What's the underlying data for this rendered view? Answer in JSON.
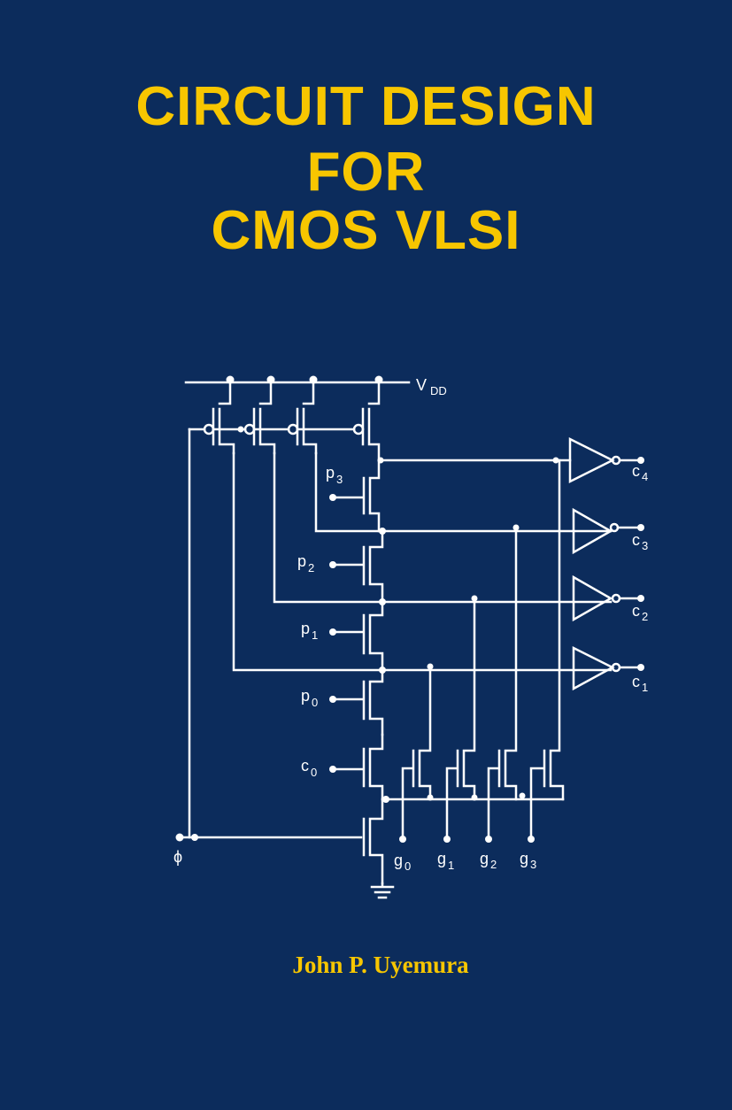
{
  "cover": {
    "title_lines": [
      "CIRCUIT DESIGN",
      "FOR",
      "CMOS VLSI"
    ],
    "author": "John P. Uyemura",
    "colors": {
      "background": "#0c2c5c",
      "title": "#f7c600",
      "schematic": "#ffffff"
    }
  },
  "schematic": {
    "supply": {
      "base": "V",
      "sub": "DD"
    },
    "clock": "ϕ",
    "propagate_inputs": [
      {
        "base": "p",
        "sub": "3"
      },
      {
        "base": "p",
        "sub": "2"
      },
      {
        "base": "p",
        "sub": "1"
      },
      {
        "base": "p",
        "sub": "0"
      }
    ],
    "carry_in": {
      "base": "c",
      "sub": "0"
    },
    "generate_inputs": [
      {
        "base": "g",
        "sub": "0"
      },
      {
        "base": "g",
        "sub": "1"
      },
      {
        "base": "g",
        "sub": "2"
      },
      {
        "base": "g",
        "sub": "3"
      }
    ],
    "carry_outputs": [
      {
        "base": "c",
        "sub": "4"
      },
      {
        "base": "c",
        "sub": "3"
      },
      {
        "base": "c",
        "sub": "2"
      },
      {
        "base": "c",
        "sub": "1"
      }
    ]
  }
}
